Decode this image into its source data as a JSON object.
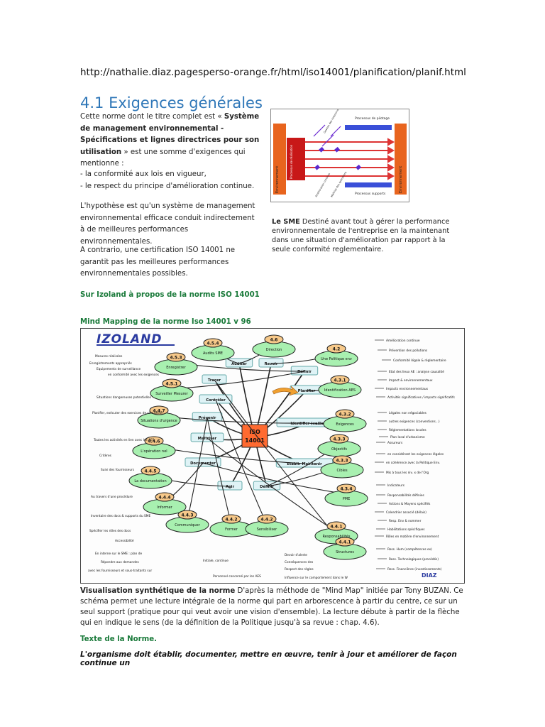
{
  "url": "http://nathalie.diaz.pagesperso-orange.fr/html/iso14001/planification/planif.html",
  "heading": "4.1 Exigences générales",
  "intro": {
    "p1_pre": "Cette norme dont le titre complet est « ",
    "p1_title": "Système de management environnemental - Spécifications et lignes directrices pour son utilisation",
    "p1_post": " » est une somme d'exigences qui mentionne :",
    "bullet1": "- la conformité aux lois en vigueur,",
    "bullet2": "- le respect du principe d'amélioration continue.",
    "p2": "L'hypothèse est qu'un système de management environnemental efficace conduit indirectement à de meilleures performances environnementales.",
    "p3": "A contrario, une certification ISO 14001 ne garantit pas les meilleures performances environnementales possibles."
  },
  "diagram_top": {
    "label_left": "Environnement",
    "label_right": "Environnement",
    "label_top": "Processus de pilotage",
    "label_bottom": "Processus supports",
    "label_center": "Processus de réalisation",
    "label_diag1": "Amélioration continue",
    "label_diag2": "Maîtrise des opérations",
    "label_diag3": "Gestion des ressources"
  },
  "sme": {
    "label": "Le SME",
    "text": " Destiné avant tout à gérer la performance environnementale de l'entreprise en la maintenant dans une situation d'amélioration par rapport à la seule conformité reglementaire."
  },
  "link_izoland": "Sur Izoland à propos de la norme ISO 14001",
  "mm_title": "Mind Mapping de la norme Iso 14001 v 96",
  "mindmap": {
    "logo": "IZOLAND",
    "signature": "DIAZ",
    "center": [
      "ISO",
      "14001"
    ],
    "branches": [
      "Auditer",
      "Revoir",
      "Définir",
      "Planifier",
      "Identifier (veille)",
      "Etablir Maintenir",
      "Définir",
      "Agir",
      "Documenter",
      "Maitriser",
      "Prévenir",
      "Contrôler",
      "Tracer"
    ],
    "nodes": [
      {
        "num": "4.5.4",
        "label": "Audits SME"
      },
      {
        "num": "4.6",
        "label": "Direction"
      },
      {
        "num": "4.2",
        "label": "Une Politique env"
      },
      {
        "num": "4.5.3",
        "label": "Enregistrer"
      },
      {
        "num": "4.5.1",
        "label": "Surveiller Mesurer"
      },
      {
        "num": "4.3.1",
        "label": "Identification AES"
      },
      {
        "num": "4.4.7",
        "label": "Situations d'urgence"
      },
      {
        "num": "4.3.2",
        "label": "Exigences"
      },
      {
        "num": "4.4.6",
        "label": "L'opération nel"
      },
      {
        "num": "4.3.3",
        "label": "Objectifs"
      },
      {
        "num": "4.3.3",
        "label": "Cibles"
      },
      {
        "num": "4.4.5",
        "label": "La documentation"
      },
      {
        "num": "4.3.4",
        "label": "PME"
      },
      {
        "num": "4.4.4",
        "label": "Informer"
      },
      {
        "num": "4.4.1",
        "label": "Responsabilités"
      },
      {
        "num": "4.4.3",
        "label": "Communiquer"
      },
      {
        "num": "4.4.2",
        "label": "Former"
      },
      {
        "num": "4.4.2",
        "label": "Sensibiliser"
      },
      {
        "num": "4.4.1",
        "label": "Structures"
      }
    ],
    "leaves_left": [
      "Mesures réalisées",
      "Enregistrements appropriés",
      "Equipements de surveillance",
      "en conformité avec les exigences",
      "Situations dangereuses potentielles",
      "Planifier, exécuter des exercices de simulation",
      "Toutes les activités en lien avec les AES",
      "Critères",
      "Suivi des fournisseurs",
      "Au travers d'une procédure",
      "Inventaire des docs & supports du SME",
      "Spécifier les rôles des docs",
      "Accessibilité",
      "En interne sur le SME : plan de",
      "Répondre aux demandes",
      "avec les fournisseurs et sous-traitants sur"
    ],
    "leaves_right": [
      "Amélioration continue",
      "Prévention des pollutions",
      "Conformité légale & réglementaire",
      "Etat des lieux AE : analyse causalité",
      "Impact & environnementaux",
      "Impacts environnementaux",
      "Activités significatives / impacts significatifs",
      "Légales non négociables",
      "autres exigences (conventions...)",
      "Réglementations locales",
      "Plan local d'urbanisme",
      "Assureurs",
      "en considérant les exigences légales",
      "en cohérence avec la Politique Env.",
      "Mis à tous les niv. x de l'Org",
      "Indicateurs",
      "Responsabilités définies",
      "Actions & Moyens spécifiés",
      "Calendrier associé (délais)",
      "Resp. Env & nommer",
      "Habilitations spécifiques",
      "Rôles en matière d'environnement",
      "Ress. Hum (compétences ex)",
      "Ress. Technologiques (procédés)",
      "Ress. Financières (investissements)"
    ],
    "leaves_bottom": [
      "Devoir d'alerte",
      "Conséquences des",
      "Respect des règles",
      "Influence sur le comportement dans le W",
      "Initiale, continue",
      "Personnel concerné par les AES"
    ]
  },
  "description": {
    "label": "Visualisation synthétique de la norme",
    "text": " D'après la méthode de \"Mind Map\" initiée par Tony BUZAN. Ce schéma permet une lecture intégrale de la norme qui part en arborescence à partir du centre, ce sur un seul support (pratique pour qui veut avoir une vision d'ensemble). La lecture débute à partir de la flèche qui en indique le sens (de la définition de la Politique jusqu'à sa revue : chap. 4.6)."
  },
  "texte_norme": "Texte de la Norme.",
  "last_line": "L'organisme doit établir, documenter, mettre en œuvre, tenir à jour et améliorer de façon continue un",
  "colors": {
    "heading": "#2f77b8",
    "green_heading": "#1a7a3a",
    "node_fill": "#a8f0b0",
    "num_fill": "#f7c98a",
    "center_fill": "#ff6a30"
  }
}
